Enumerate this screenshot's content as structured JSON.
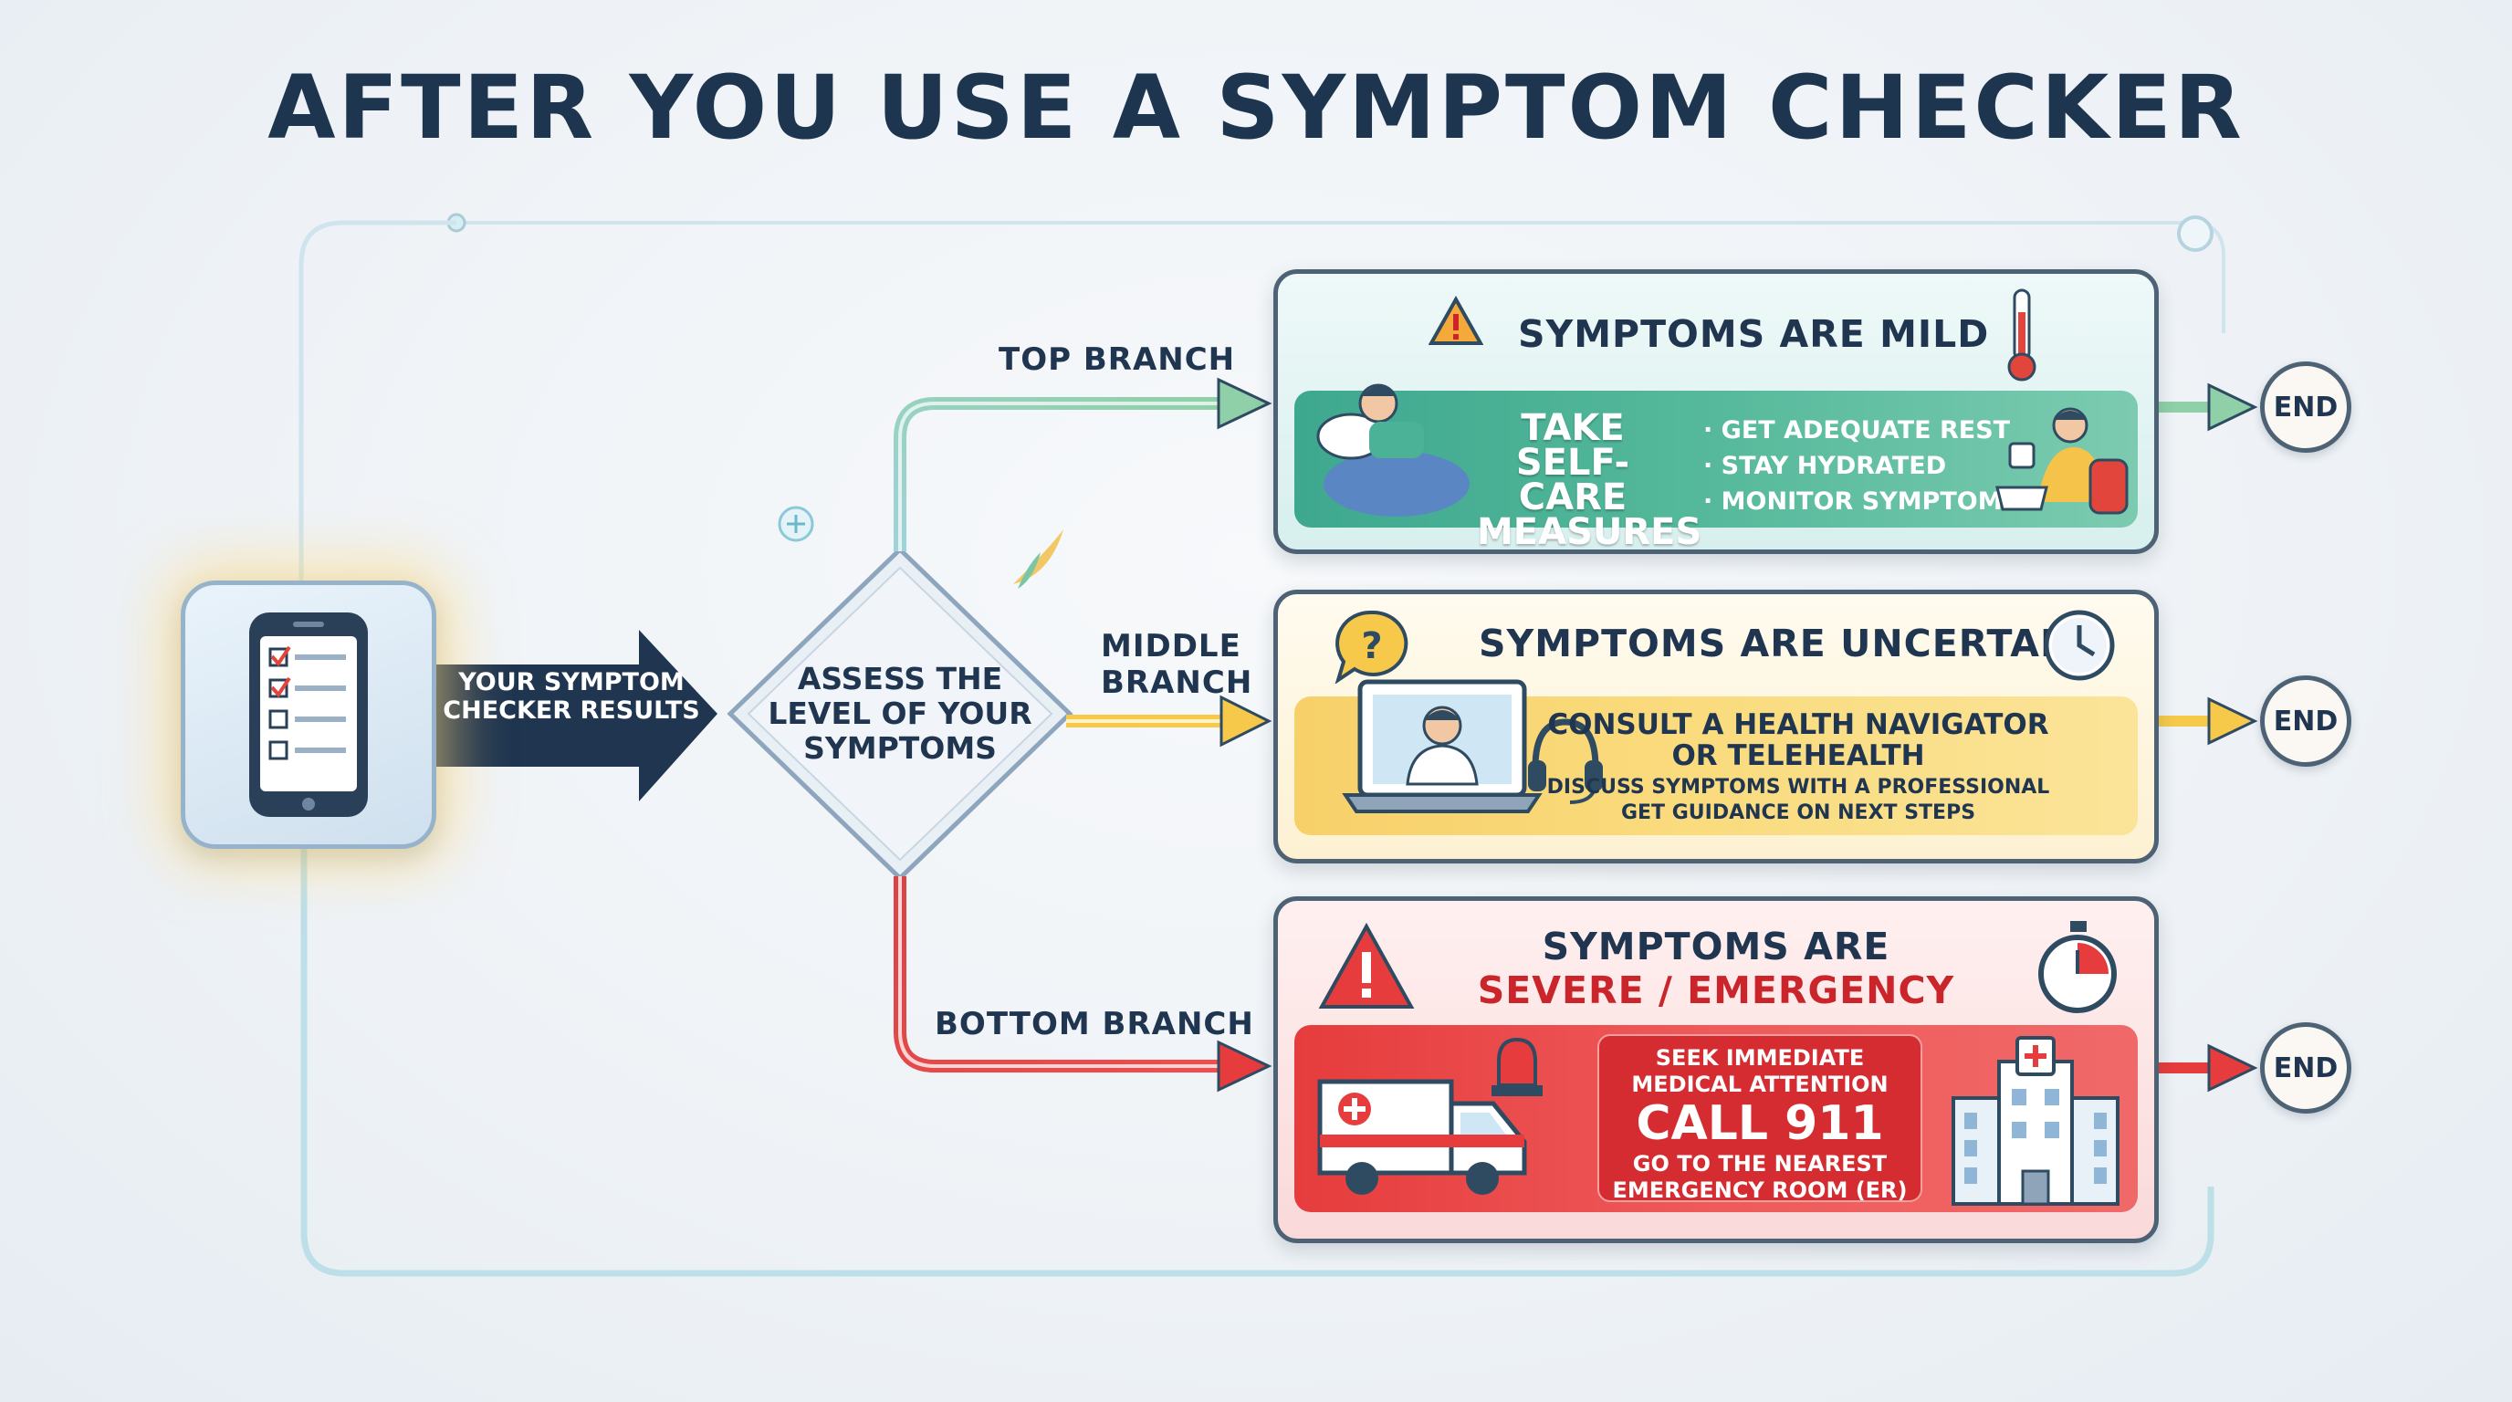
{
  "title": "AFTER YOU USE A SYMPTOM CHECKER",
  "start": {
    "arrow_label": "YOUR SYMPTOM CHECKER RESULTS"
  },
  "decision": {
    "text": "ASSESS THE LEVEL OF YOUR SYMPTOMS"
  },
  "branches": {
    "top_label": "TOP BRANCH",
    "middle_label": "MIDDLE BRANCH",
    "bottom_label": "BOTTOM BRANCH"
  },
  "mild": {
    "title": "SYMPTOMS ARE MILD",
    "action": "TAKE SELF-CARE MEASURES",
    "bullets": [
      "GET ADEQUATE REST",
      "STAY HYDRATED",
      "MONITOR SYMPTOMS"
    ]
  },
  "uncertain": {
    "title": "SYMPTOMS ARE UNCERTAIN",
    "action": "CONSULT A HEALTH NAVIGATOR OR TELEHEALTH",
    "detail_1": "DISCUSS SYMPTOMS WITH A PROFESSIONAL",
    "detail_2": "GET GUIDANCE ON NEXT STEPS"
  },
  "severe": {
    "title_1": "SYMPTOMS ARE",
    "title_2": "SEVERE / EMERGENCY",
    "line_1": "SEEK IMMEDIATE MEDICAL ATTENTION",
    "call": "CALL 911",
    "line_2": "GO TO THE NEAREST EMERGENCY ROOM (ER)"
  },
  "end_label": "END",
  "colors": {
    "title": "#1e3550",
    "green": "#4bb197",
    "yellow": "#f6c94a",
    "red": "#e63c3d",
    "navy": "#1f3550",
    "connector": "#a9d4dc"
  },
  "icons": [
    "phone-checklist-icon",
    "warning-icon",
    "thermometer-icon",
    "resting-person-icon",
    "tea-person-icon",
    "question-bubble-icon",
    "clock-icon",
    "doctor-laptop-icon",
    "headset-icon",
    "alarm-warning-icon",
    "stopwatch-icon",
    "ambulance-icon",
    "siren-icon",
    "hospital-icon"
  ]
}
